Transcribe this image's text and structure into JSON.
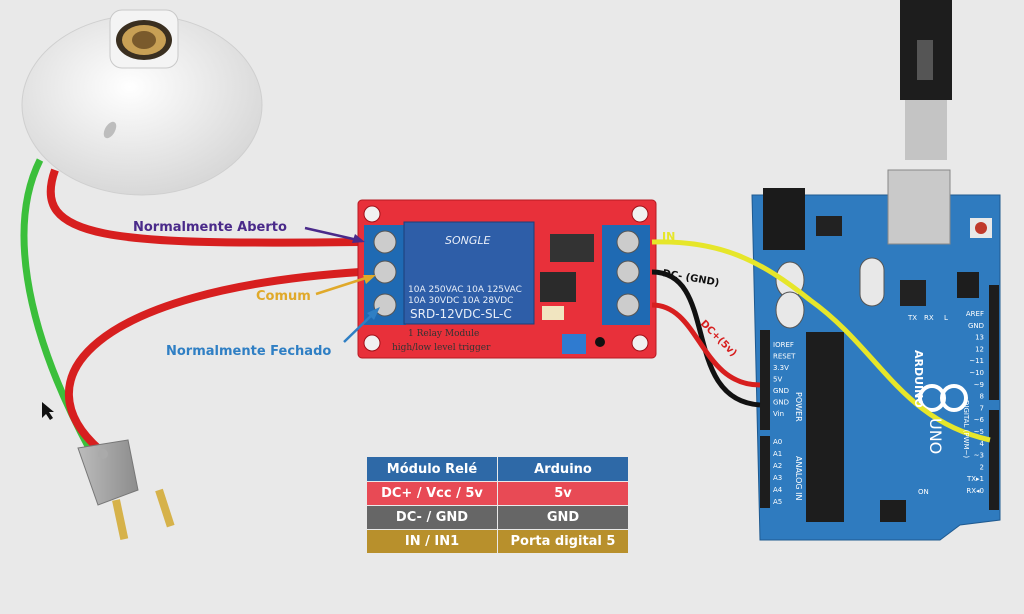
{
  "labels": {
    "normally_open": "Normalmente Aberto",
    "common": "Comum",
    "normally_closed": "Normalmente Fechado"
  },
  "relay": {
    "brand": "SONGLE",
    "model": "SRD-12VDC-SL-C",
    "rating1": "10A 250VAC  10A 125VAC",
    "rating2": "10A 30VDC  10A 28VDC",
    "caption": "1 Relay  Module",
    "caption2": "high/low level trigger"
  },
  "wires": {
    "in": "IN",
    "gnd": "DC- (GND)",
    "vcc": "DC+(5v)"
  },
  "arduino": {
    "logo": "ARDUINO",
    "uno": "UNO",
    "power_pins": [
      "IOREF",
      "RESET",
      "3.3V",
      "5V",
      "GND",
      "GND",
      "Vin"
    ],
    "power_header": "POWER",
    "analog_pins": [
      "A0",
      "A1",
      "A2",
      "A3",
      "A4",
      "A5"
    ],
    "analog_header": "ANALOG IN",
    "digital_header": "DIGITAL (PWM~)",
    "digital_pins": [
      "AREF",
      "GND",
      "13",
      "12",
      "~11",
      "~10",
      "~9",
      "8",
      "7",
      "~6",
      "~5",
      "4",
      "~3",
      "2",
      "TX▸1",
      "RX◂0"
    ],
    "tx": "TX",
    "rx": "RX",
    "l": "L",
    "on": "ON"
  },
  "table": {
    "headers": [
      "Módulo Relé",
      "Arduino"
    ],
    "rows": [
      [
        "DC+ / Vcc / 5v",
        "5v"
      ],
      [
        "DC- / GND",
        "GND"
      ],
      [
        "IN / IN1",
        "Porta digital 5"
      ]
    ]
  },
  "colors": {
    "relay_board": "#e8303a",
    "arduino_board": "#2f7bbf",
    "wire_red": "#d71f1f",
    "wire_green": "#3bbf3b",
    "wire_yellow": "#e6e62a",
    "wire_black": "#111111"
  }
}
